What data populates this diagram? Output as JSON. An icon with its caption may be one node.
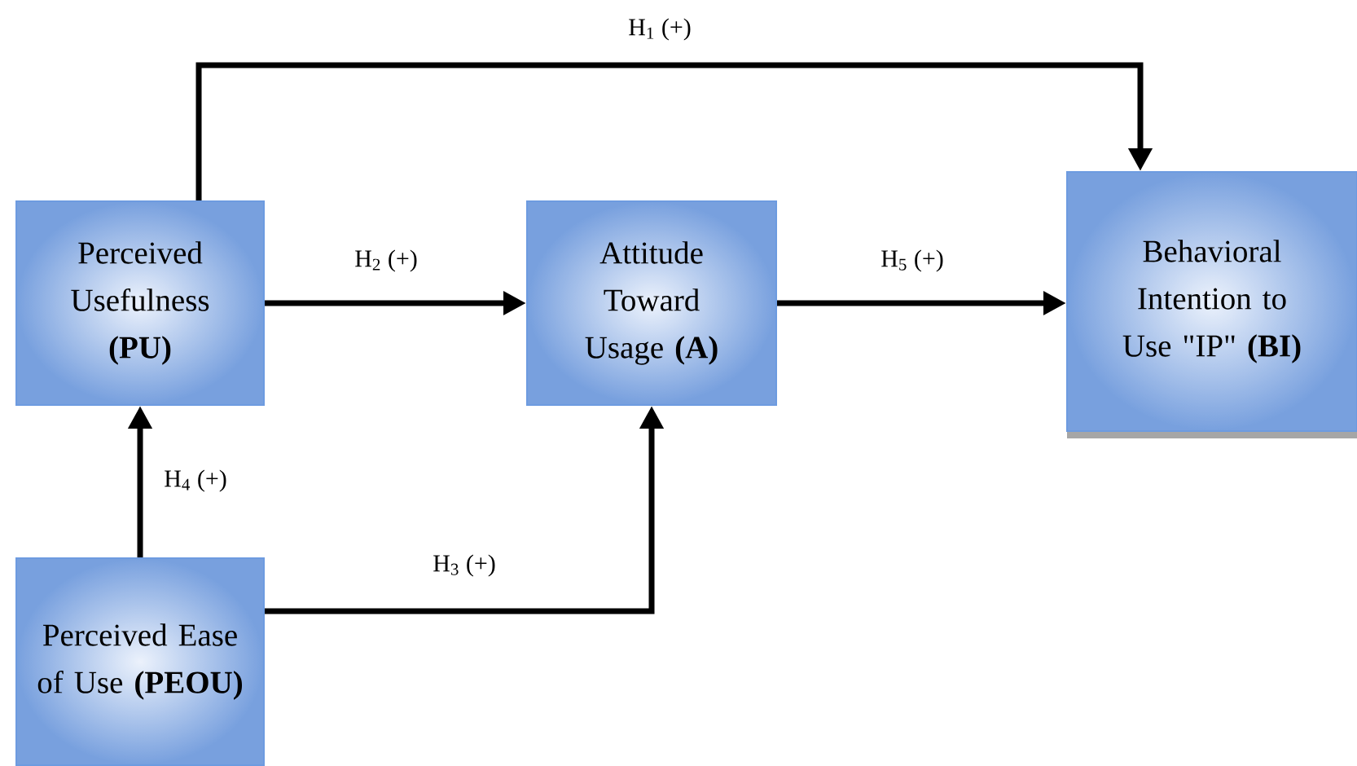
{
  "diagram": {
    "nodes": [
      {
        "text": [
          "Perceived Usefulness **(PU)**"
        ]
      },
      {
        "text": [
          "Attitude Toward Usage **(A)**"
        ]
      },
      {
        "text": [
          "Behavioral Intention to Use \"IP\" **(BI)**"
        ]
      },
      {
        "text": [
          "Perceived Ease of Use **(PEOU)**"
        ]
      }
    ],
    "edges": [
      {
        "from": 0,
        "to": 2,
        "arrow": "to",
        "label": "H$_{1}$ (+)"
      },
      {
        "from": 0,
        "to": 1,
        "arrow": "to",
        "label": "H$_{2}$ (+)"
      },
      {
        "from": 1,
        "to": 2,
        "arrow": "to",
        "label": "H$_{5}$ (+)"
      },
      {
        "from": 3,
        "to": 1,
        "arrow": "to",
        "label": "H$_{3}$ (+)"
      },
      {
        "from": 3,
        "to": 0,
        "arrow": "to",
        "label": "H$_{4}$ (+)"
      }
    ]
  }
}
